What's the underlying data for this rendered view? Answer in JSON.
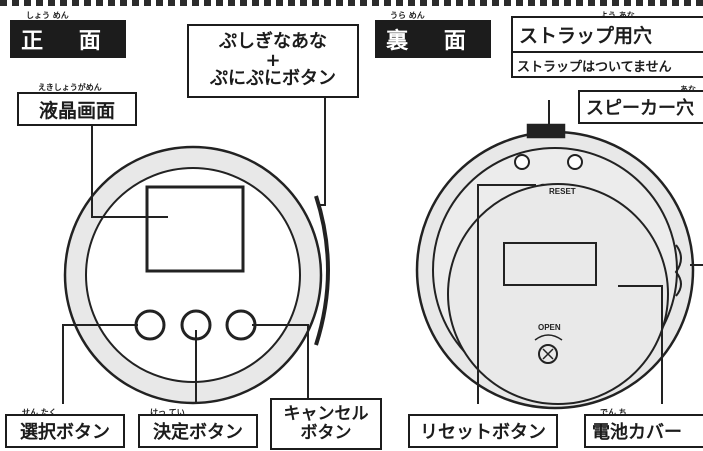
{
  "front": {
    "title": "正 面",
    "title_ruby": "しょう めん",
    "lcd_label": "液晶画面",
    "lcd_ruby": "えきしょうがめん",
    "mystery_line1": "ぷしぎなあな",
    "mystery_plus": "+",
    "mystery_line2": "ぷにぷにボタン",
    "select_label": "選択ボタン",
    "select_ruby": "せん たく",
    "decide_label": "決定ボタン",
    "decide_ruby": "けっ てい",
    "cancel_line1": "キャンセル",
    "cancel_line2": "ボタン"
  },
  "back": {
    "title": "裏 面",
    "title_ruby": "うら めん",
    "strap_label": "ストラップ用穴",
    "strap_ruby": "よう あな",
    "strap_note": "ストラップはついてません",
    "speaker_label": "スピーカー穴",
    "speaker_ruby": "あな",
    "reset_label": "リセットボタン",
    "battery_label": "電池カバー",
    "battery_ruby": "でん ち",
    "device_reset_text": "RESET",
    "device_open_text": "OPEN"
  }
}
